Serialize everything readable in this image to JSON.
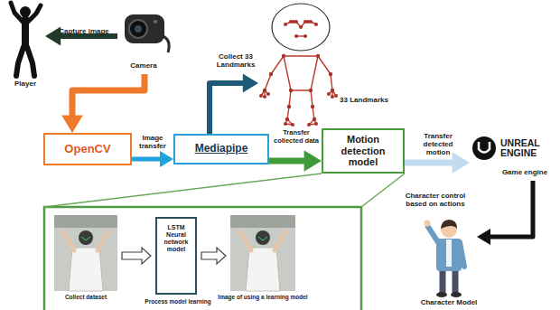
{
  "diagram": {
    "nodes": [
      {
        "text": [
          "Player"
        ]
      },
      {
        "text": [
          "Camera"
        ]
      },
      {
        "text": [
          "OpenCV"
        ]
      },
      {
        "text": [
          "Mediapipe"
        ]
      },
      {
        "text": [
          "33 Landmarks"
        ]
      },
      {
        "text": [
          "Motion detection model"
        ]
      },
      {
        "text": [
          "UNREAL ENGINE",
          "Game engine"
        ]
      },
      {
        "text": [
          "Character Model"
        ]
      },
      {
        "text": [
          "Collect dataset"
        ]
      },
      {
        "text": [
          "LSTM Neural network model",
          "Process model learning"
        ]
      },
      {
        "text": [
          "Image of using a learning model"
        ]
      }
    ],
    "edges": [
      {
        "from": 1,
        "to": 0,
        "label": "Capture image",
        "arrow": "to"
      },
      {
        "from": 1,
        "to": 2,
        "arrow": "to"
      },
      {
        "from": 2,
        "to": 3,
        "label": "Image transfer",
        "arrow": "to"
      },
      {
        "from": 3,
        "to": 4,
        "label": "Collect 33 Landmarks",
        "arrow": "to"
      },
      {
        "from": 3,
        "to": 5,
        "label": "Transfer collected data",
        "arrow": "to"
      },
      {
        "from": 5,
        "to": 6,
        "label": "Transfer detected motion",
        "arrow": "to"
      },
      {
        "from": 6,
        "to": 7,
        "label": "Character control based on actions",
        "arrow": "to"
      },
      {
        "from": 8,
        "to": 9,
        "arrow": "to"
      },
      {
        "from": 9,
        "to": 10,
        "arrow": "to"
      }
    ]
  }
}
